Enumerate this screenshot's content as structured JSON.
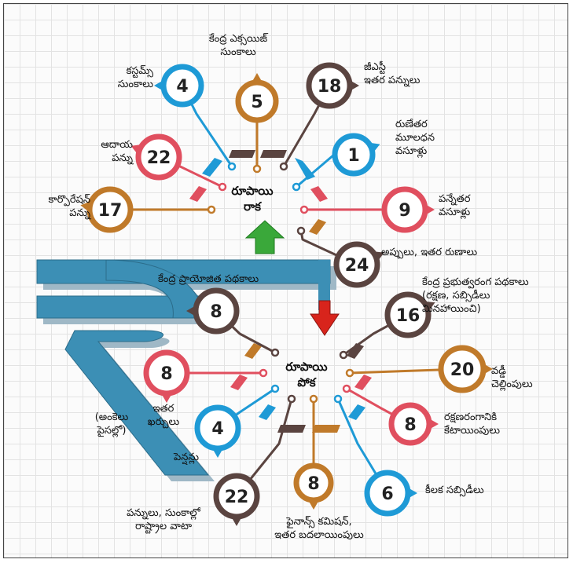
{
  "note": "(అంకెలు\nపైసల్లో)",
  "income": {
    "title": "రూపాయి\nరాక",
    "items": [
      {
        "value": "4",
        "label": "కస్టమ్స్\nసుంకాలు"
      },
      {
        "value": "5",
        "label": "కేంద్ర ఎక్సయిజ్\nసుంకాలు"
      },
      {
        "value": "18",
        "label": "జీఎస్టీ\nఇతర పన్నులు"
      },
      {
        "value": "22",
        "label": "ఆదాయ\nపన్ను"
      },
      {
        "value": "1",
        "label": "రుణేతర\nమూలధన\nవసూళ్లు"
      },
      {
        "value": "17",
        "label": "కార్పొరేషన్\nపన్ను"
      },
      {
        "value": "9",
        "label": "పన్నేతర\nవసూళ్లు"
      },
      {
        "value": "24",
        "label": "అప్పులు, ఇతర రుణాలు"
      }
    ]
  },
  "expense": {
    "title": "రూపాయి\nపోక",
    "items": [
      {
        "value": "8",
        "label": "కేంద్ర ప్రాయోజిత పథకాలు"
      },
      {
        "value": "16",
        "label": "కేంద్ర ప్రభుత్వరంగ పథకాలు\n(రక్షణ, సబ్సిడీలు\nమినహాయించి)"
      },
      {
        "value": "8",
        "label": "ఇతర\nఖర్చులు"
      },
      {
        "value": "20",
        "label": "వడ్డీ\nచెల్లింపులు"
      },
      {
        "value": "4",
        "label": "పెన్షన్లు"
      },
      {
        "value": "8",
        "label": "రక్షణరంగానికి\nకేటాయింపులు"
      },
      {
        "value": "22",
        "label": "పన్నులు, సుంకాల్లో\nరాష్ట్రాల వాటా"
      },
      {
        "value": "8",
        "label": "ఫైనాన్స్ కమిషన్,\nఇతర బదలాయింపులు"
      },
      {
        "value": "6",
        "label": "కీలక సబ్సిడీలు"
      }
    ]
  },
  "colors": {
    "blue": "#1e9ad6",
    "brown": "#c07a2a",
    "dark": "#5a4440",
    "red": "#e04f5f",
    "green": "#3aa83a",
    "arrow_red": "#d8241c",
    "rupee": "#3c8fb5"
  }
}
